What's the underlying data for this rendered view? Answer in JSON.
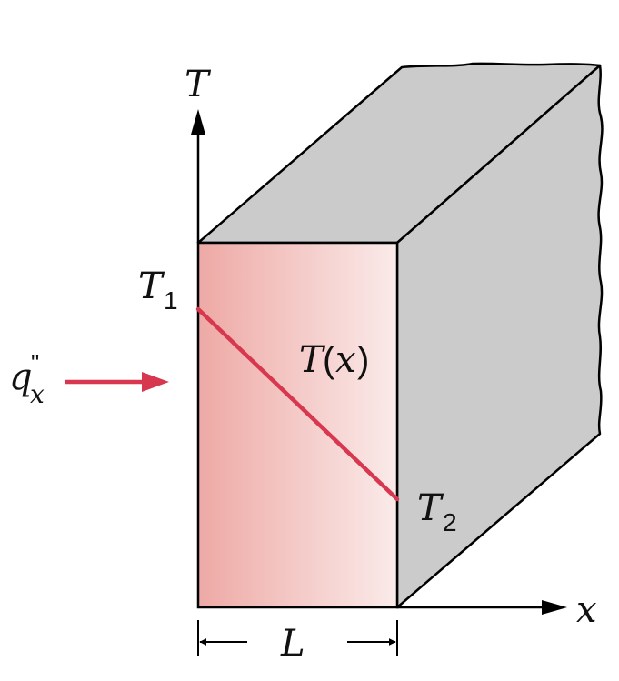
{
  "labels": {
    "axis_T": "T",
    "axis_x": "x",
    "T1_letter": "T",
    "T1_sub": "1",
    "T2_letter": "T",
    "T2_sub": "2",
    "Tx_letter": "T",
    "Tx_open": "(",
    "Tx_var": "x",
    "Tx_close": ")",
    "flux_q": "q",
    "flux_sub": "x",
    "flux_mark": "\"",
    "length": "L"
  },
  "colors": {
    "wall_top": "#cbcbcb",
    "wall_side": "#cbcbcb",
    "wall_front_left": "#eea9a5",
    "wall_front_right": "#faebea",
    "temperature_line": "#d7374f",
    "heat_flux_arrow": "#d7374f",
    "outline": "#000000"
  },
  "icons": {
    "heat_flux": "arrow-right-icon",
    "length_dimension": "double-arrow-icon"
  }
}
